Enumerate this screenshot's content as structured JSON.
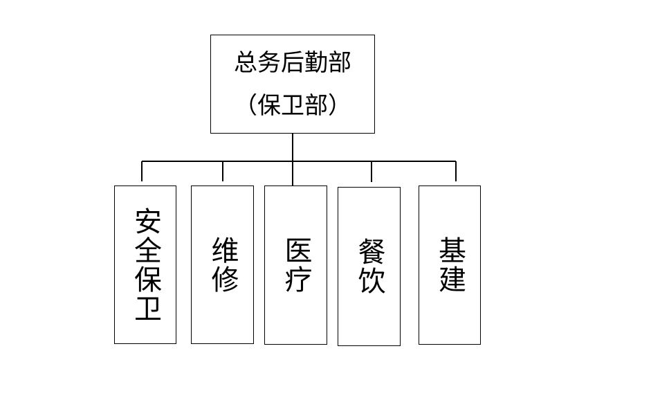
{
  "diagram": {
    "type": "org-chart",
    "line_color": "#000000",
    "root": {
      "line1": "总务后勤部",
      "line2": "（保卫部）"
    },
    "children": [
      {
        "label": "安全保卫"
      },
      {
        "label": "维修"
      },
      {
        "label": "医疗"
      },
      {
        "label": "餐饮"
      },
      {
        "label": "基建"
      }
    ]
  }
}
